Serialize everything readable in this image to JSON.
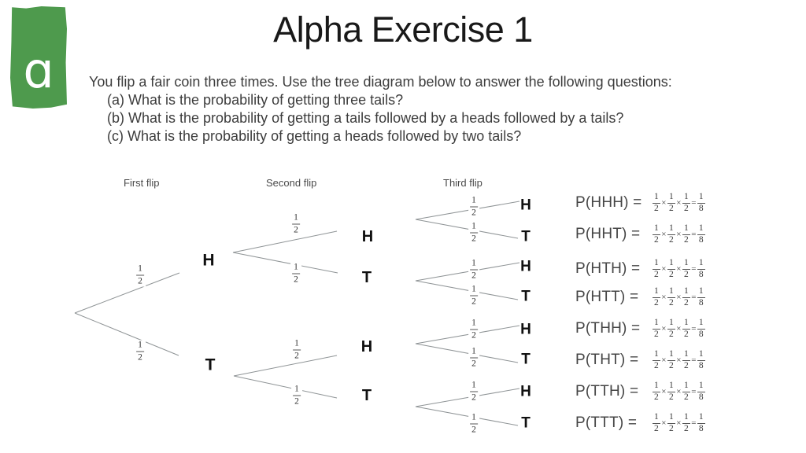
{
  "logo": {
    "letter": "ɑ",
    "background": "#4e9a4d"
  },
  "title": "Alpha Exercise 1",
  "intro": "You flip a fair coin three times. Use the tree diagram below to answer the following questions:",
  "questions": [
    "(a) What is the probability of getting three tails?",
    "(b) What is the probability of getting a tails followed by a heads followed by a tails?",
    "(c) What is the probability of getting a heads followed by two tails?"
  ],
  "tree": {
    "headers": [
      "First flip",
      "Second flip",
      "Third flip"
    ],
    "probability": {
      "n": "1",
      "d": "2"
    },
    "level1": [
      "H",
      "T"
    ],
    "level2": [
      "H",
      "T",
      "H",
      "T"
    ],
    "level3": [
      "H",
      "T",
      "H",
      "T",
      "H",
      "T",
      "H",
      "T"
    ]
  },
  "results": {
    "rows": [
      {
        "label": "P(HHH) ="
      },
      {
        "label": "P(HHT) ="
      },
      {
        "label": "P(HTH) ="
      },
      {
        "label": "P(HTT) ="
      },
      {
        "label": "P(THH) ="
      },
      {
        "label": "P(THT) ="
      },
      {
        "label": "P(TTH) ="
      },
      {
        "label": "P(TTT) ="
      }
    ],
    "expression": {
      "f1": {
        "n": "1",
        "d": "2"
      },
      "f2": {
        "n": "1",
        "d": "2"
      },
      "f3": {
        "n": "1",
        "d": "2"
      },
      "times": "×",
      "equals": "=",
      "result": {
        "n": "1",
        "d": "8"
      }
    }
  }
}
